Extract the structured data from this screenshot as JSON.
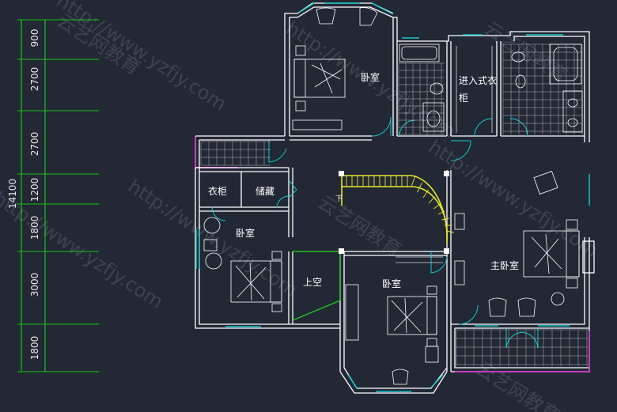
{
  "dimensions": [
    "900",
    "2700",
    "2700",
    "1200",
    "1800",
    "3000",
    "1800"
  ],
  "total_dimension": "14100",
  "rooms": {
    "bedroom_top": "卧室",
    "walk_in_closet_line1": "进入式衣",
    "walk_in_closet_line2": "柜",
    "wardrobe": "衣柜",
    "storage": "储藏",
    "bedroom_left": "卧室",
    "open_void": "上空",
    "bedroom_center": "卧室",
    "master_bedroom": "主卧室"
  },
  "stair_label": "下",
  "watermarks": [
    "http://www.yzfjy.com",
    "云艺网教育"
  ],
  "colors": {
    "background": "#222834",
    "wall": "#ffffff",
    "door_window": "#17c6c6",
    "stair": "#e6e62e",
    "dimension_line": "#19c119",
    "balcony": "#c23cc2"
  }
}
